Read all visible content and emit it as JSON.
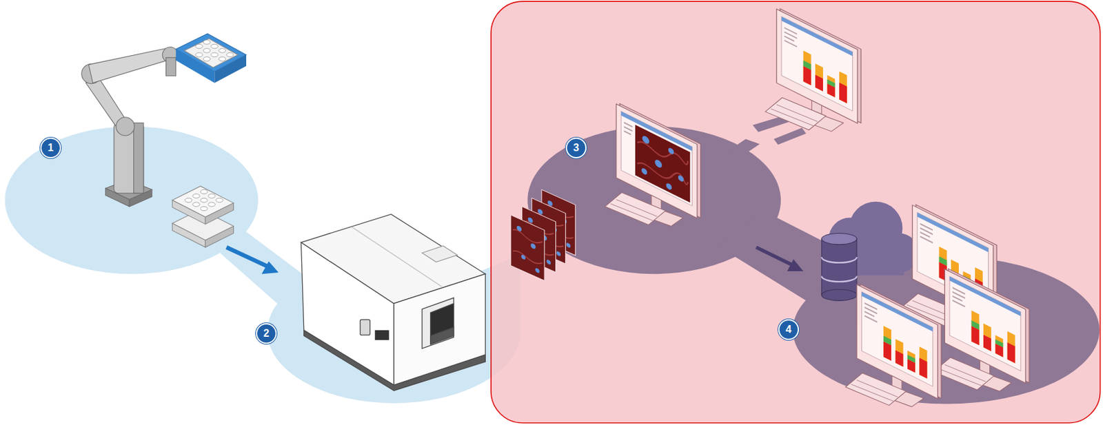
{
  "diagram": {
    "labels": [
      "1",
      "2",
      "3",
      "4"
    ]
  }
}
